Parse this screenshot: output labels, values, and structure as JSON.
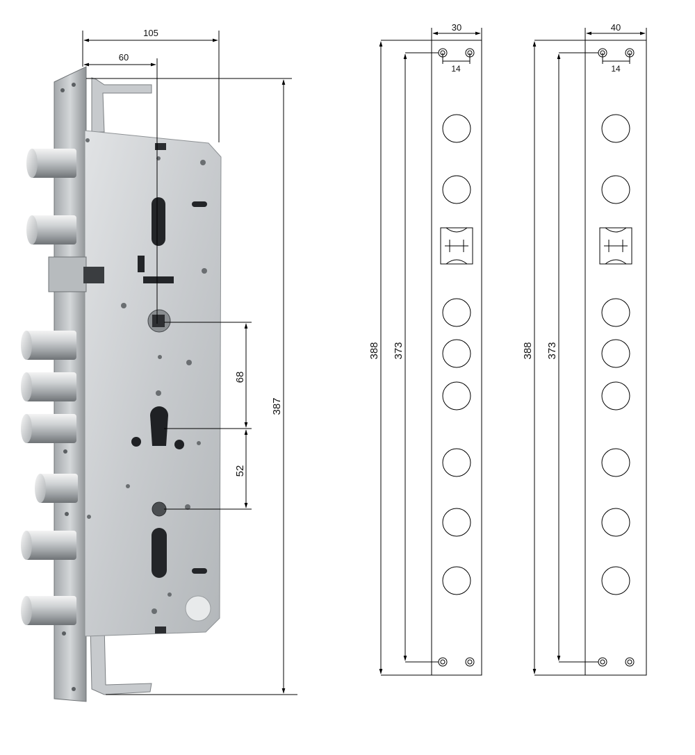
{
  "lock_dimensions": {
    "width_105": "105",
    "backset_60": "60",
    "spacing_68": "68",
    "spacing_52": "52",
    "height_387": "387"
  },
  "strike_plate_a": {
    "width": "30",
    "hole_spacing": "14",
    "height_outer": "388",
    "height_inner": "373"
  },
  "strike_plate_b": {
    "width": "40",
    "hole_spacing": "14",
    "height_outer": "388",
    "height_inner": "373"
  }
}
